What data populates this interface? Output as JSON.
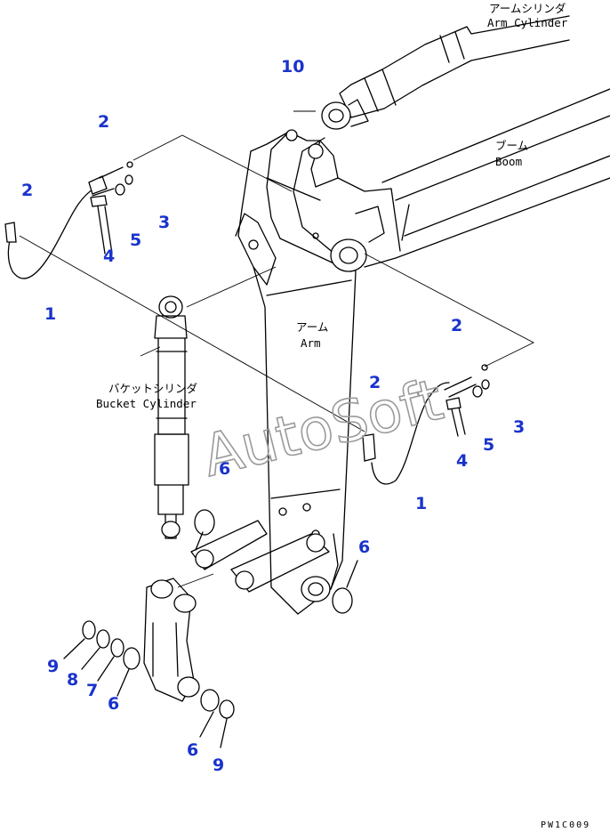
{
  "colors": {
    "callout": "#1a33cc",
    "line": "#000000",
    "watermark": "#9a9a9a"
  },
  "labels": {
    "arm_cylinder_jp": "アームシリンダ",
    "arm_cylinder_en": "Arm Cylinder",
    "boom_jp": "ブーム",
    "boom_en": "Boom",
    "arm_jp": "アーム",
    "arm_en": "Arm",
    "bucket_cylinder_jp": "バケットシリンダ",
    "bucket_cylinder_en": "Bucket Cylinder"
  },
  "watermark": "AutoSoft",
  "drawing_code": "PW1C009",
  "callouts": {
    "c10": "10",
    "l2": "2",
    "l2b": "2",
    "l3": "3",
    "l4": "4",
    "l5": "5",
    "l1": "1",
    "r2a": "2",
    "r2b": "2",
    "r3": "3",
    "r4": "4",
    "r5": "5",
    "r1": "1",
    "s6a": "6",
    "s6b": "6",
    "s6c": "6",
    "s6d": "6",
    "s9a": "9",
    "s8": "8",
    "s7": "7",
    "s9b": "9"
  }
}
